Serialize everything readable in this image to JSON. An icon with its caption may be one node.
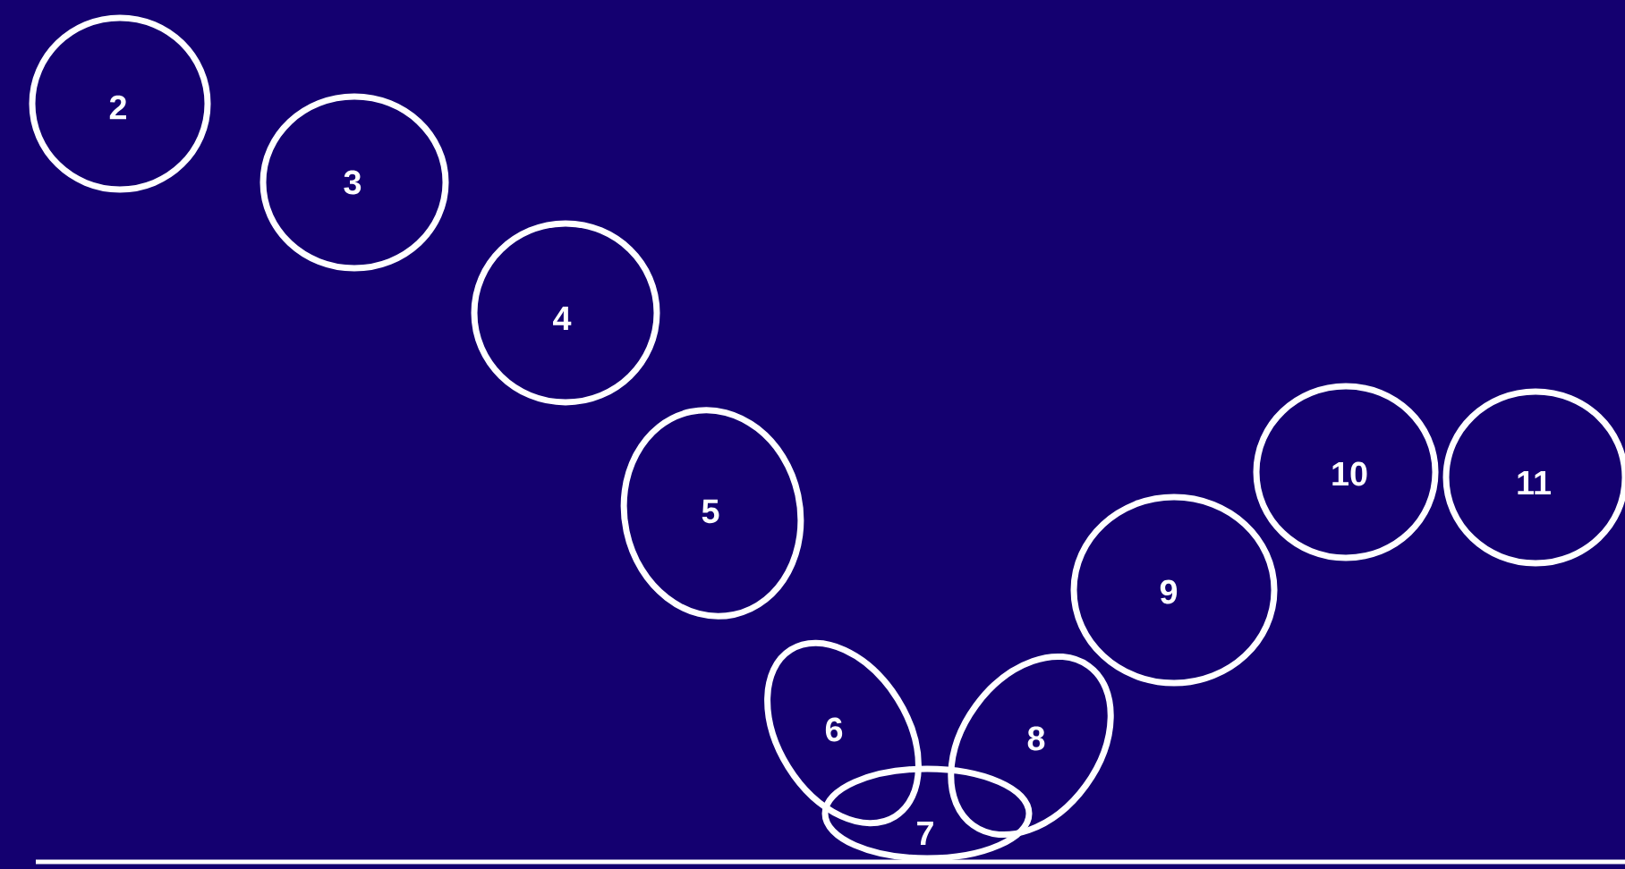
{
  "diagram": {
    "nodes": [
      {
        "text": [
          "2"
        ]
      },
      {
        "text": [
          "3"
        ]
      },
      {
        "text": [
          "4"
        ]
      },
      {
        "text": [
          "5"
        ]
      },
      {
        "text": [
          "6"
        ]
      },
      {
        "text": [
          "7"
        ]
      },
      {
        "text": [
          "8"
        ]
      },
      {
        "text": [
          "9"
        ]
      },
      {
        "text": [
          "10"
        ]
      },
      {
        "text": [
          "11"
        ]
      }
    ],
    "edges": []
  }
}
